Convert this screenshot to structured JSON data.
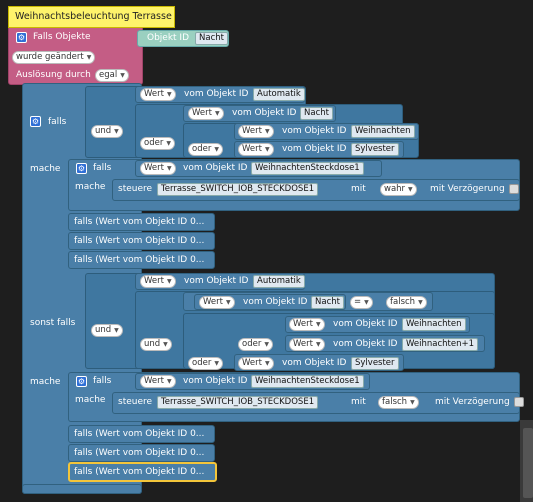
{
  "title": "Weihnachtsbeleuchtung Terrasse",
  "event": {
    "falls_objekte": "Falls Objekte",
    "objekt_id_label": "Objekt ID",
    "objekt_id_value": "Nacht",
    "trigger": "wurde geändert",
    "ausloesung_label": "Auslösung durch",
    "ausloesung_value": "egal"
  },
  "kw": {
    "falls": "falls",
    "mache": "mache",
    "sonst_falls": "sonst falls",
    "und": "und",
    "oder": "oder",
    "wert": "Wert",
    "vom_objekt_id": "vom Objekt ID",
    "steuere": "steuere",
    "mit": "mit",
    "mit_verzoegerung": "mit Verzögerung",
    "eq": "=",
    "falls_collapsed": "falls (Wert vom Objekt ID 0..."
  },
  "ids": {
    "automatik": "Automatik",
    "nacht": "Nacht",
    "weihnachten": "Weihnachten",
    "sylvester": "Sylvester",
    "weihnachten_plus": "Weihnachten+1",
    "steckdose1": "WeihnachtenSteckdose1",
    "switch": "Terrasse_SWITCH_IOB_STECKDOSE1"
  },
  "values": {
    "wahr": "wahr",
    "falsch": "falsch"
  }
}
